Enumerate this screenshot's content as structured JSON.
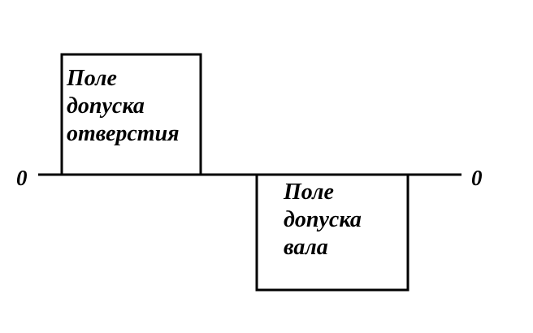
{
  "zero_line": {
    "left_label": "0",
    "right_label": "0"
  },
  "hole_tolerance_field": {
    "line1": "Поле",
    "line2": "допуска",
    "line3": "отверстия"
  },
  "shaft_tolerance_field": {
    "line1": "Поле",
    "line2": "допуска",
    "line3": "вала"
  }
}
